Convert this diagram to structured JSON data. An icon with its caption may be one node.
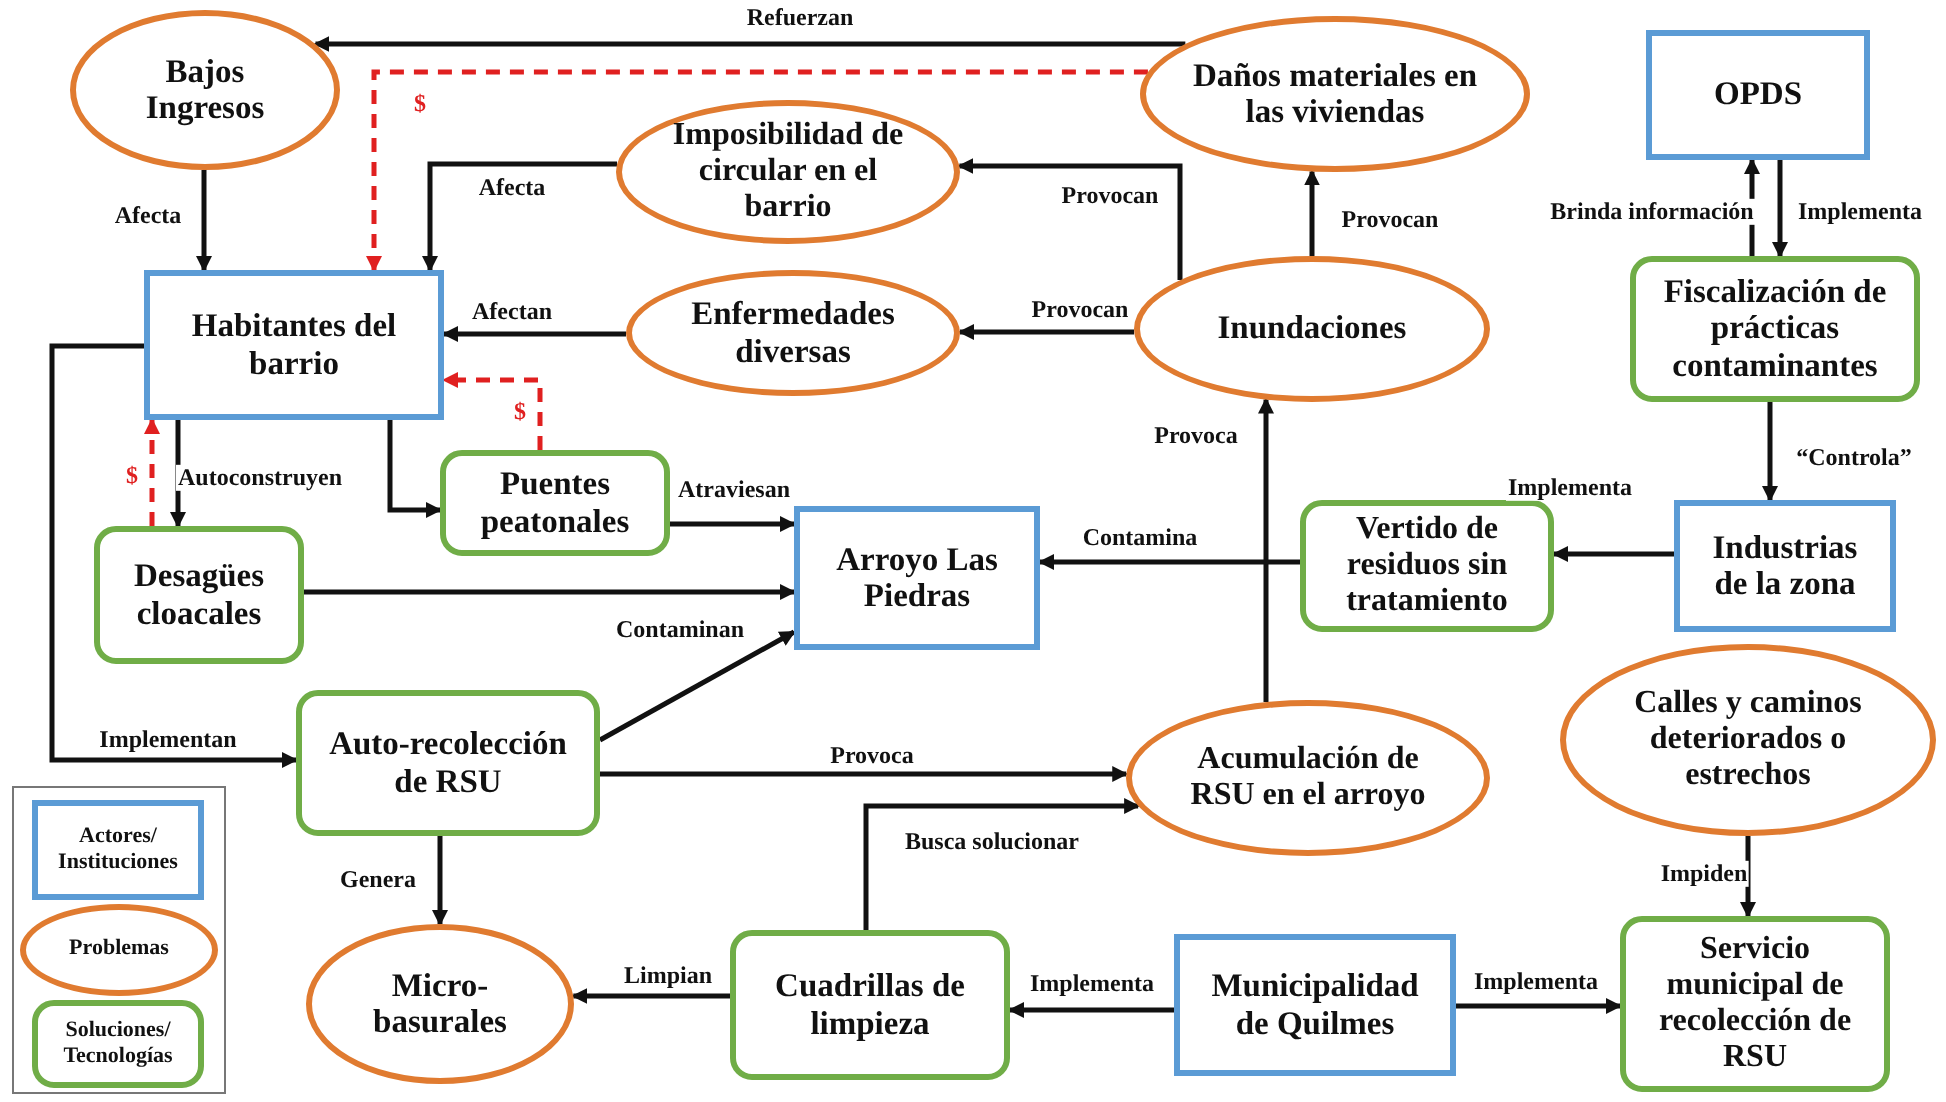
{
  "diagram": {
    "nodes": [
      {
        "text": [
          "Bajos Ingresos"
        ]
      },
      {
        "text": [
          "Daños materiales en las viviendas"
        ]
      },
      {
        "text": [
          "OPDS"
        ]
      },
      {
        "text": [
          "Imposibilidad de circular en el barrio"
        ]
      },
      {
        "text": [
          "Habitantes del barrio"
        ]
      },
      {
        "text": [
          "Enfermedades diversas"
        ]
      },
      {
        "text": [
          "Inundaciones"
        ]
      },
      {
        "text": [
          "Fiscalización de prácticas contaminantes"
        ]
      },
      {
        "text": [
          "Puentes peatonales"
        ]
      },
      {
        "text": [
          "Arroyo Las Piedras"
        ]
      },
      {
        "text": [
          "Vertido de residuos sin tratamiento"
        ]
      },
      {
        "text": [
          "Industrias de la zona"
        ]
      },
      {
        "text": [
          "Desagües cloacales"
        ]
      },
      {
        "text": [
          "Auto-recolección de RSU"
        ]
      },
      {
        "text": [
          "Acumulación de RSU en el arroyo"
        ]
      },
      {
        "text": [
          "Calles y caminos deteriorados o estrechos"
        ]
      },
      {
        "text": [
          "Micro-basurales"
        ]
      },
      {
        "text": [
          "Cuadrillas de limpieza"
        ]
      },
      {
        "text": [
          "Municipalidad de Quilmes"
        ]
      },
      {
        "text": [
          "Servicio municipal de recolección de RSU"
        ]
      }
    ],
    "edges": [
      {
        "from": 1,
        "to": 0,
        "arrow": "to",
        "label": "Refuerzan"
      },
      {
        "from": 1,
        "to": 4,
        "arrow": "to",
        "label": "$",
        "style": "dashed",
        "color": "#e02020"
      },
      {
        "from": 0,
        "to": 4,
        "arrow": "to",
        "label": "Afecta"
      },
      {
        "from": 3,
        "to": 4,
        "arrow": "to",
        "label": "Afecta"
      },
      {
        "from": 5,
        "to": 4,
        "arrow": "to",
        "label": "Afectan"
      },
      {
        "from": 8,
        "to": 4,
        "arrow": "to",
        "label": "$",
        "style": "dashed",
        "color": "#e02020"
      },
      {
        "from": 12,
        "to": 4,
        "arrow": "to",
        "label": "$",
        "style": "dashed",
        "color": "#e02020"
      },
      {
        "from": 4,
        "to": 12,
        "arrow": "to",
        "label": "Autoconstruyen"
      },
      {
        "from": 4,
        "to": 8,
        "arrow": "to"
      },
      {
        "from": 4,
        "to": 13,
        "arrow": "to",
        "label": "Implementan"
      },
      {
        "from": 8,
        "to": 9,
        "arrow": "to",
        "label": "Atraviesan"
      },
      {
        "from": 12,
        "to": 9,
        "arrow": "to"
      },
      {
        "from": 13,
        "to": 9,
        "arrow": "to",
        "label": "Contaminan"
      },
      {
        "from": 13,
        "to": 14,
        "arrow": "to",
        "label": "Provoca"
      },
      {
        "from": 17,
        "to": 14,
        "arrow": "to",
        "label": "Busca solucionar"
      },
      {
        "from": 14,
        "to": 6,
        "arrow": "to",
        "label": "Provoca"
      },
      {
        "from": 6,
        "to": 3,
        "arrow": "to",
        "label": "Provocan"
      },
      {
        "from": 6,
        "to": 5,
        "arrow": "to",
        "label": "Provocan"
      },
      {
        "from": 6,
        "to": 1,
        "arrow": "to",
        "label": "Provocan"
      },
      {
        "from": 7,
        "to": 2,
        "arrow": "to",
        "label": "Brinda información"
      },
      {
        "from": 2,
        "to": 7,
        "arrow": "to",
        "label": "Implementa"
      },
      {
        "from": 7,
        "to": 11,
        "arrow": "to",
        "label": "“Controla”"
      },
      {
        "from": 11,
        "to": 10,
        "arrow": "to",
        "label": "Implementa"
      },
      {
        "from": 10,
        "to": 9,
        "arrow": "to",
        "label": "Contamina"
      },
      {
        "from": 15,
        "to": 19,
        "arrow": "to",
        "label": "Impiden"
      },
      {
        "from": 13,
        "to": 16,
        "arrow": "to",
        "label": "Genera"
      },
      {
        "from": 17,
        "to": 16,
        "arrow": "to",
        "label": "Limpian"
      },
      {
        "from": 18,
        "to": 17,
        "arrow": "to",
        "label": "Implementa"
      },
      {
        "from": 18,
        "to": 19,
        "arrow": "to",
        "label": "Implementa"
      }
    ],
    "legend": [
      {
        "text": "Actores/ Instituciones"
      },
      {
        "text": "Problemas"
      },
      {
        "text": "Soluciones/ Tecnologías"
      }
    ]
  }
}
